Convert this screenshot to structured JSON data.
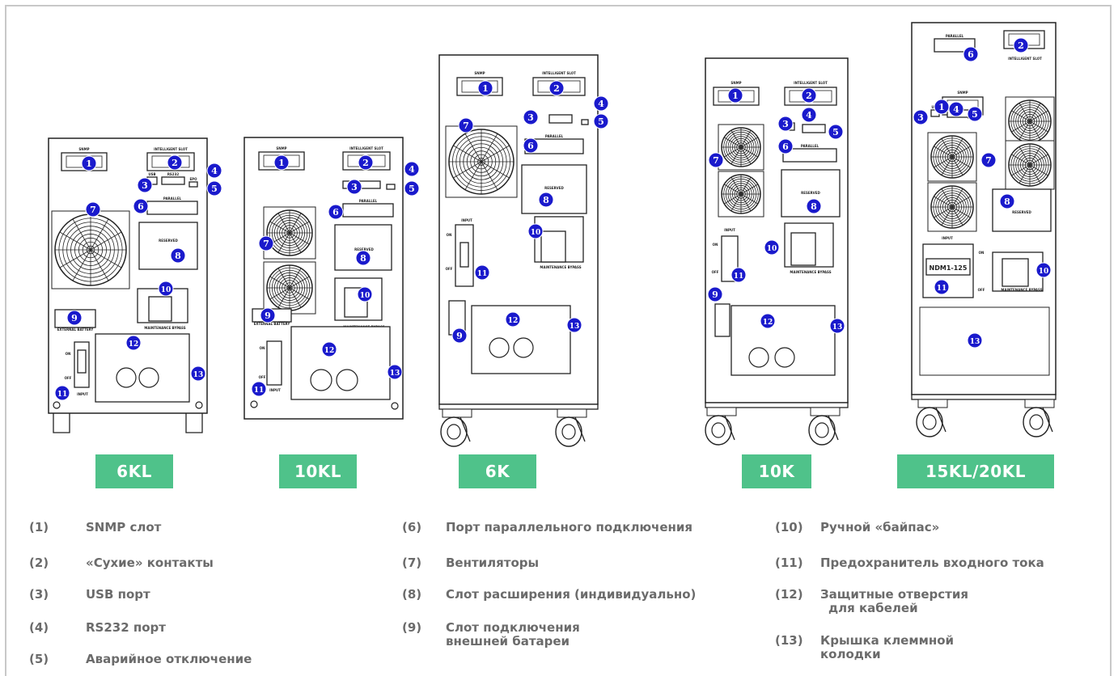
{
  "models": [
    "6KL",
    "10KL",
    "6K",
    "10K",
    "15KL/20KL"
  ],
  "legend": [
    {
      "num": "(1)",
      "text": "SNMP слот"
    },
    {
      "num": "(2)",
      "text": "«Сухие» контакты"
    },
    {
      "num": "(3)",
      "text": "USB порт"
    },
    {
      "num": "(4)",
      "text": "RS232 порт"
    },
    {
      "num": "(5)",
      "text": "Аварийное отключение"
    },
    {
      "num": "(6)",
      "text": "Порт параллельного подключения"
    },
    {
      "num": "(7)",
      "text": "Вентиляторы"
    },
    {
      "num": "(8)",
      "text": "Слот расширения (индивидуально)"
    },
    {
      "num": "(9)",
      "text": "Слот подключения",
      "text2": "внешней батареи"
    },
    {
      "num": "(10)",
      "text": "Ручной «байпас»"
    },
    {
      "num": "(11)",
      "text": "Предохранитель входного тока"
    },
    {
      "num": "(12)",
      "text": "Защитные отверстия",
      "text2": "для кабелей"
    },
    {
      "num": "(13)",
      "text": "Крышка клеммной",
      "text2": "колодки"
    }
  ],
  "panel_labels": {
    "snmp": "SNMP",
    "intelligent_slot": "INTELLIGENT SLOT",
    "usb": "USB",
    "rs232": "RS232",
    "epo": "EPO",
    "parallel": "PARALLEL",
    "reserved": "RESERVED",
    "maintenance_bypass": "MAINTENANCE BYPASS",
    "input": "INPUT",
    "external_battery": "EXTERNAL BATTERY",
    "on": "ON",
    "off": "OFF",
    "breaker_model": "NDM1-125"
  },
  "callout_numbers": [
    "1",
    "2",
    "3",
    "4",
    "5",
    "6",
    "7",
    "8",
    "9",
    "10",
    "11",
    "12",
    "13"
  ],
  "colors": {
    "model_badge": "#4fc28a",
    "callout": "#1a1acc",
    "legend_text": "#6b6b6b"
  }
}
